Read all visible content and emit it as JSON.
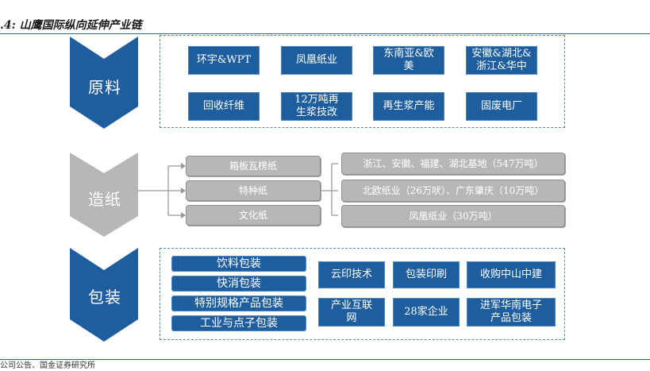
{
  "title": ".4:  山鹰国际纵向延伸产业链",
  "footer": "公司公告、国金证券研究所",
  "colors": {
    "blue": "#1f5e9e",
    "gray": "#b7b7b7",
    "rule": "#2a6ca8"
  },
  "stages": [
    {
      "label": "原料"
    },
    {
      "label": "造纸"
    },
    {
      "label": "包装"
    }
  ],
  "raw": {
    "row1": [
      "环宇&WPT",
      "凤凰纸业",
      "东南亚&欧\n美",
      "安徽&湖北&\n浙江&华中"
    ],
    "row2": [
      "回收纤维",
      "12万吨再\n生浆技改",
      "再生浆产能",
      "固废电厂"
    ]
  },
  "paper": {
    "types": [
      "箱板瓦楞纸",
      "特种纸",
      "文化纸"
    ],
    "capacities": [
      "浙江、安徽、福建、湖北基地（547万吨）",
      "北欧纸业（26万吠）、广东肇庆（10万吨）",
      "凤凰纸业（30万吨）"
    ]
  },
  "packaging": {
    "categories": [
      "饮料包装",
      "快消包装",
      "特别规格产品包装",
      "工业与点子包装"
    ],
    "row1": [
      "云印技术",
      "包装印刷",
      "收购中山中建"
    ],
    "row2": [
      "产业互联\n网",
      "28家企业",
      "进军华南电子\n产品包装"
    ]
  }
}
